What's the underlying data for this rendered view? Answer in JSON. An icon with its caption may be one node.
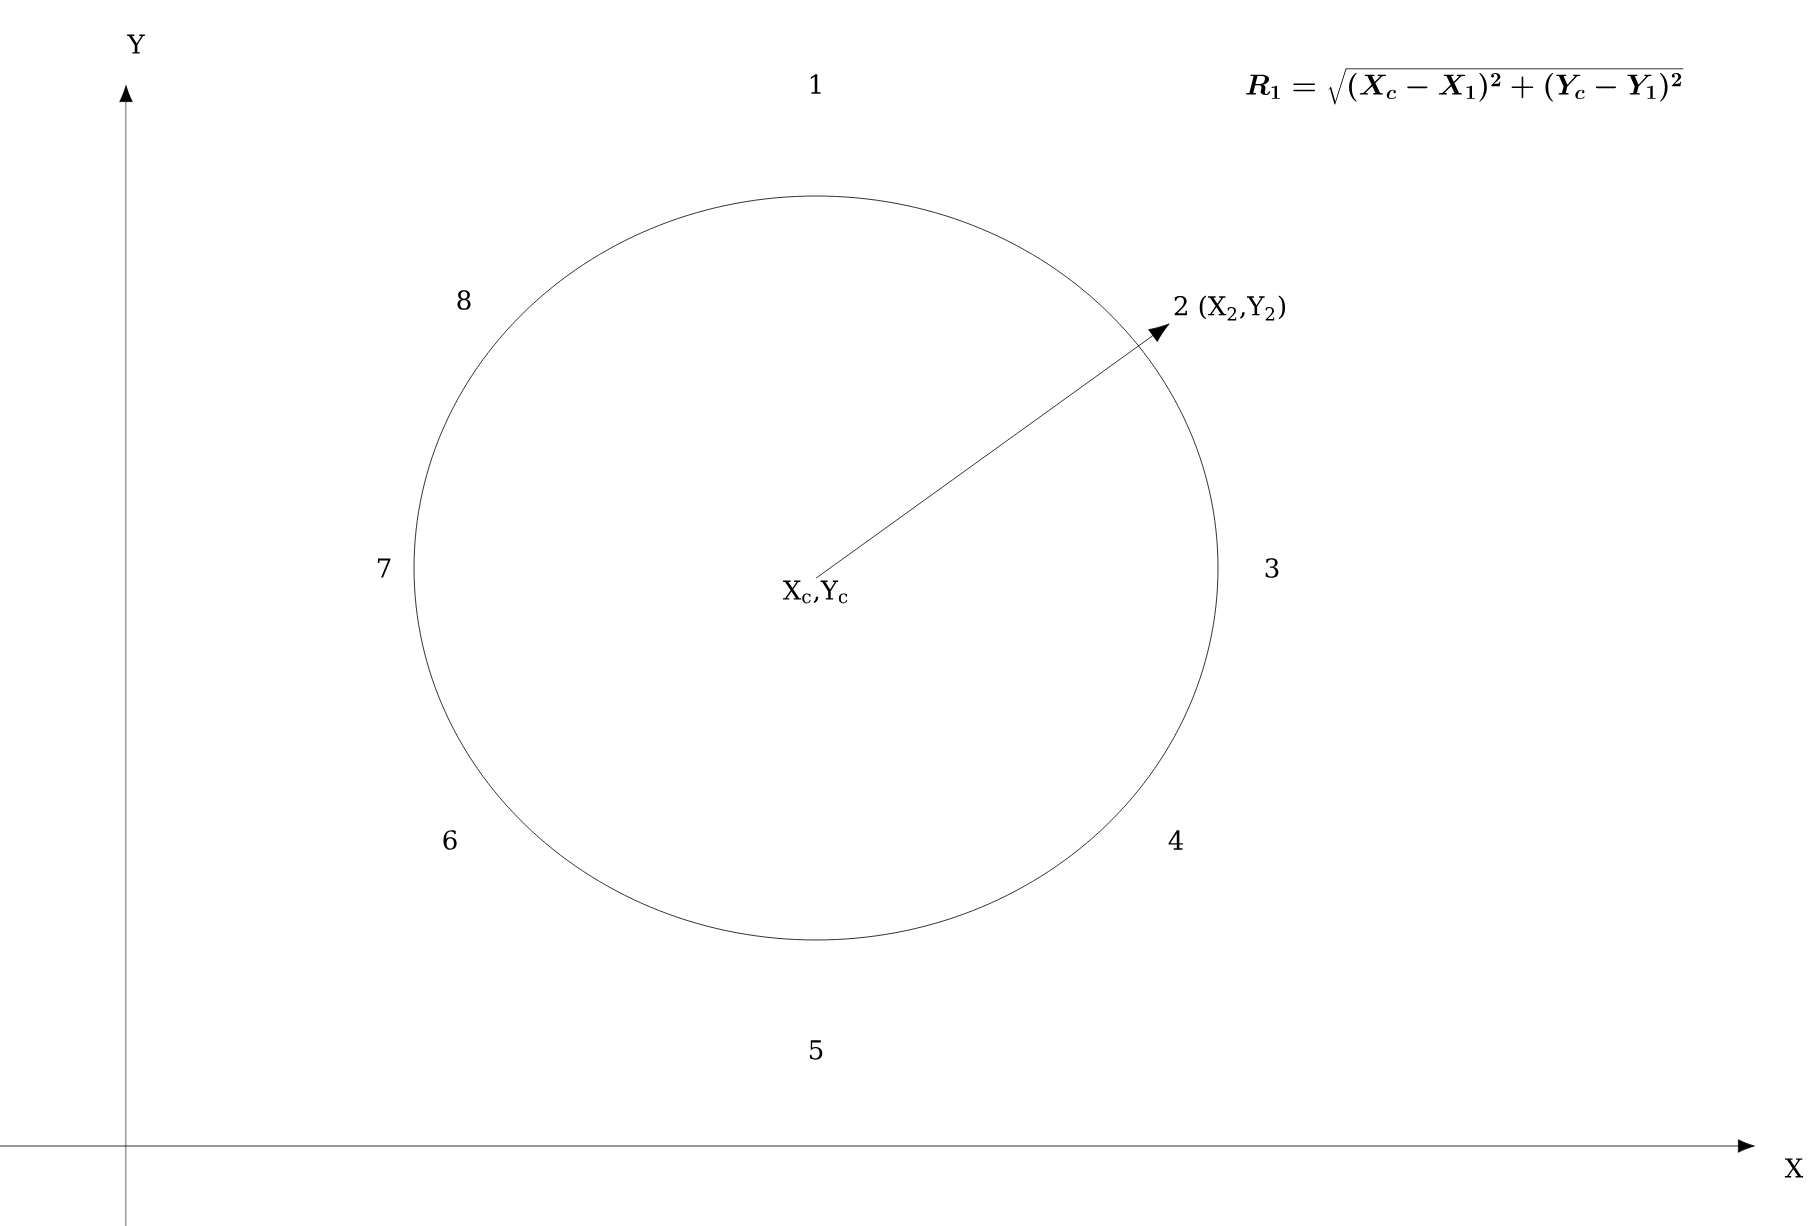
{
  "diagram": {
    "nodes": [
      {
        "text": [],
        "shape": "circle",
        "beside": [
          "1",
          "8",
          "7",
          "3",
          "6",
          "4",
          "5"
        ]
      },
      {
        "text": [
          "X$_{c}$,Y$_{c}$"
        ],
        "in": 0
      },
      {
        "text": [
          "2 (X$_{2}$,Y$_{2}$)"
        ]
      }
    ],
    "edges": [
      {
        "from": 1,
        "to": 2,
        "arrow": "to"
      }
    ],
    "labels": [
      "Y",
      "R_{1}=\\sqrt{(X_{c}-X_{1})^{2}+(Y_{c}-Y_{1})^{2}}",
      "X"
    ]
  }
}
